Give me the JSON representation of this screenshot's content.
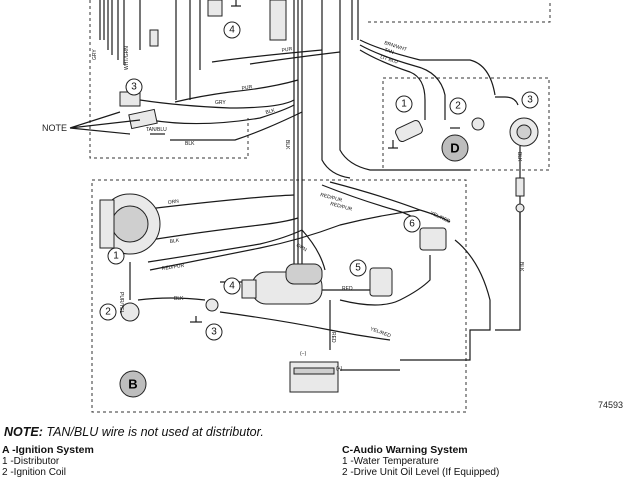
{
  "figure_number": "74593",
  "note_label": "NOTE",
  "note": {
    "prefix": "NOTE:",
    "text": " TAN/BLU wire is not used at distributor."
  },
  "sections": {
    "b": "B",
    "d": "D"
  },
  "callouts": [
    "1",
    "2",
    "3",
    "4",
    "5",
    "6"
  ],
  "wire_labels": {
    "brn_wht": "BRN/WHT",
    "tan": "TAN",
    "lit_blu": "LIT BLU",
    "blk": "BLK",
    "pur": "PUR",
    "gry": "GRY",
    "orn": "ORN",
    "red": "RED",
    "red_pur": "RED/PUR",
    "yel_red": "YEL/RED",
    "tan_blu": "TAN/BLU",
    "pur_yel": "PUR/YEL",
    "wht_grn": "WHT/GRN",
    "minus": "(−)",
    "plus": "(+)"
  },
  "legend": {
    "left": {
      "title": "A -Ignition System",
      "items": [
        "1 -Distributor",
        "2 -Ignition Coil"
      ]
    },
    "right": {
      "title": "C-Audio Warning System",
      "items": [
        "1 -Water Temperature",
        "2 -Drive Unit Oil Level (If Equipped)"
      ]
    }
  }
}
